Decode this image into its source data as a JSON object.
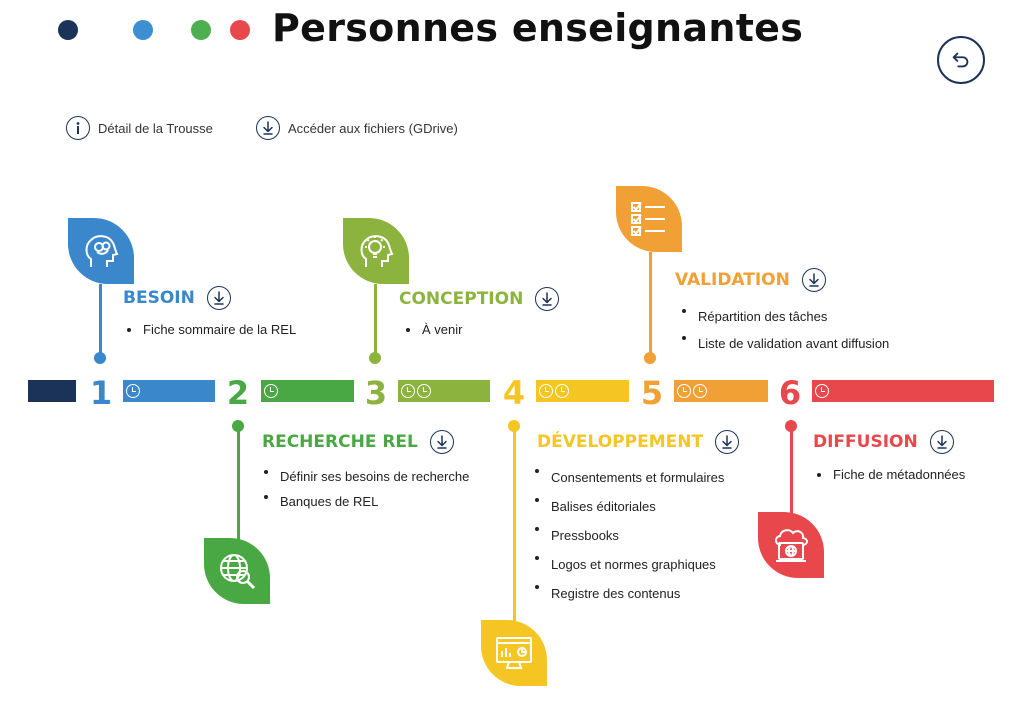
{
  "header": {
    "title": "Personnes enseignantes",
    "dot_colors": [
      "#1b3358",
      "#3d8fd1",
      "#4caf50",
      "#e8474c"
    ]
  },
  "legend": {
    "detail_label": "Détail de la Trousse",
    "files_label": "Accéder aux fichiers (GDrive)"
  },
  "colors": {
    "navy": "#1b3358",
    "blue": "#3a87cc",
    "green": "#4aa844",
    "olive": "#8db33f",
    "yellow": "#f5c623",
    "orange": "#f0a035",
    "red": "#e8474c"
  },
  "phases": [
    {
      "number": "1",
      "title": "BESOIN",
      "items": [
        "Fiche sommaire de la REL"
      ],
      "icon": "brain-head-icon"
    },
    {
      "number": "2",
      "title": "RECHERCHE REL",
      "items": [
        "Définir ses besoins de recherche",
        "Banques de  REL"
      ],
      "icon": "globe-search-icon"
    },
    {
      "number": "3",
      "title": "CONCEPTION",
      "items": [
        "À venir"
      ],
      "icon": "idea-head-icon"
    },
    {
      "number": "4",
      "title": "DÉVELOPPEMENT",
      "items": [
        "Consentements et formulaires",
        "Balises éditoriales",
        "Pressbooks",
        "Logos et normes graphiques",
        "Registre des contenus"
      ],
      "icon": "monitor-chart-icon"
    },
    {
      "number": "5",
      "title": "VALIDATION",
      "items": [
        "Répartition des tâches",
        "Liste de validation avant diffusion"
      ],
      "icon": "checklist-icon"
    },
    {
      "number": "6",
      "title": "DIFFUSION",
      "items": [
        "Fiche de métadonnées"
      ],
      "icon": "cloud-monitor-icon"
    }
  ]
}
